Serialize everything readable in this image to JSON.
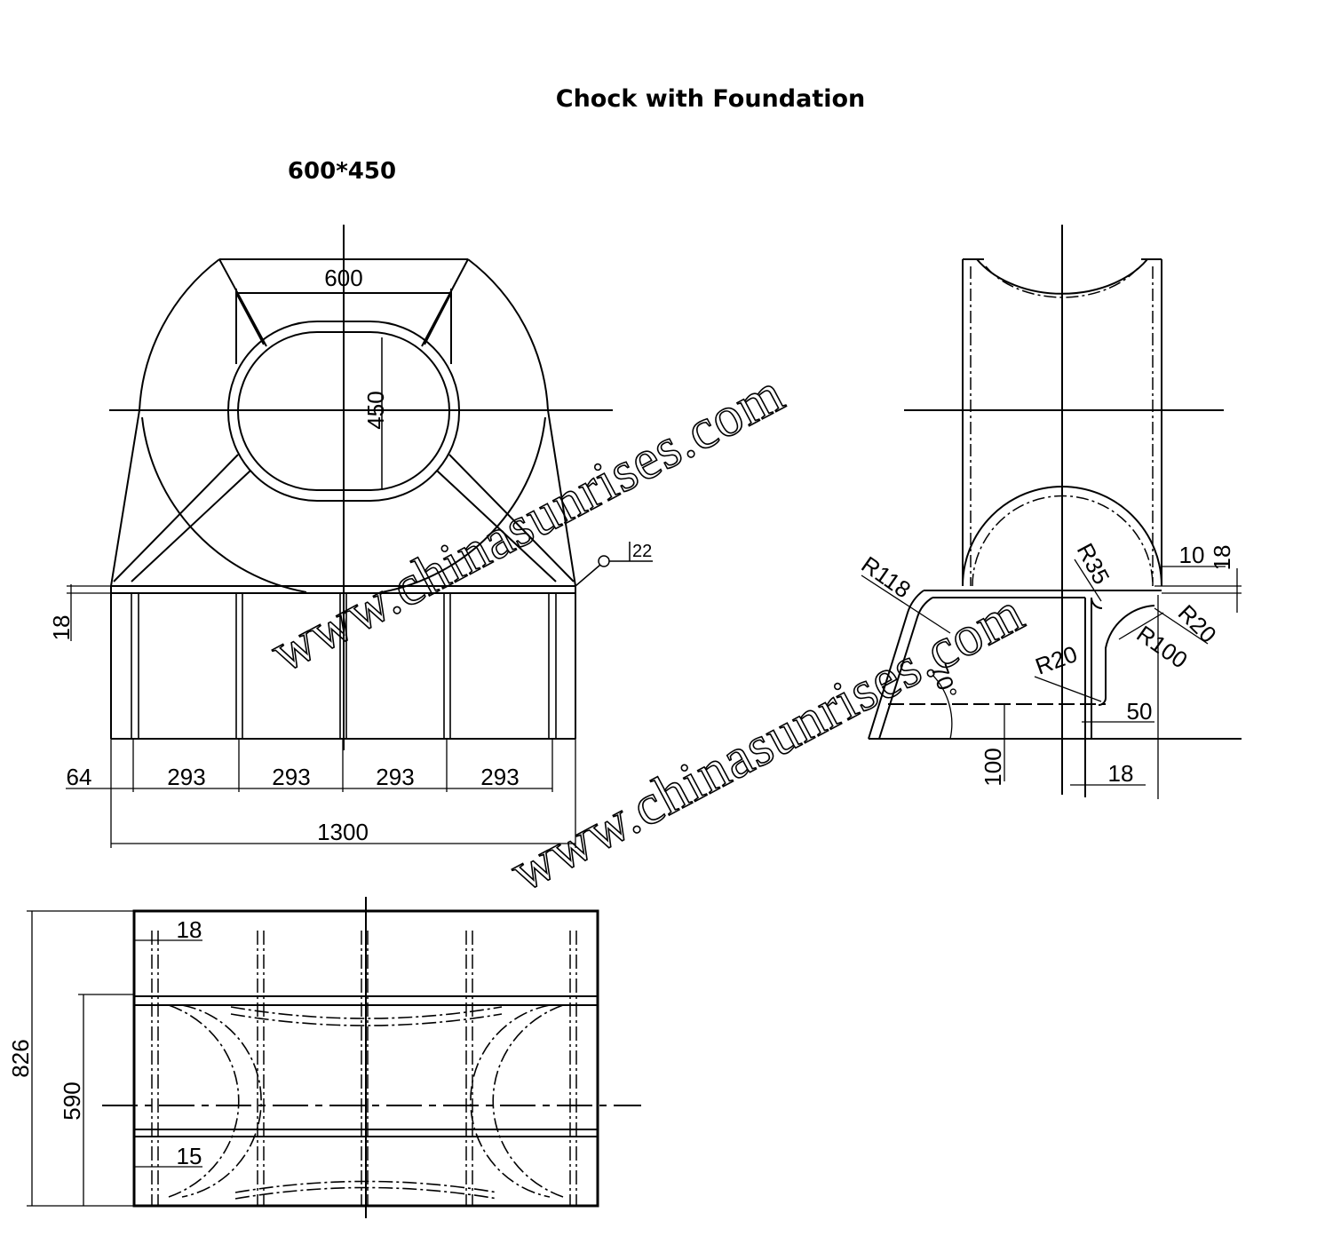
{
  "title": "Chock with Foundation",
  "size_label": "600*450",
  "watermark": "www.chinasunrises.com",
  "front_view": {
    "dims": {
      "width_top": "600",
      "height_hole": "450",
      "plate": "18",
      "weld": "22",
      "edge": "64",
      "spacing": [
        "293",
        "293",
        "293",
        "293"
      ],
      "overall": "1300"
    }
  },
  "side_view": {
    "dims": {
      "r118": "R118",
      "r35": "R35",
      "r20_a": "R20",
      "r100": "R100",
      "r20_b": "R20",
      "angle": "70°",
      "h100": "100",
      "w50": "50",
      "w10": "10",
      "t18_a": "18",
      "t18_b": "18"
    }
  },
  "plan_view": {
    "dims": {
      "rib": "18",
      "web": "15",
      "inner": "590",
      "outer": "826"
    }
  }
}
